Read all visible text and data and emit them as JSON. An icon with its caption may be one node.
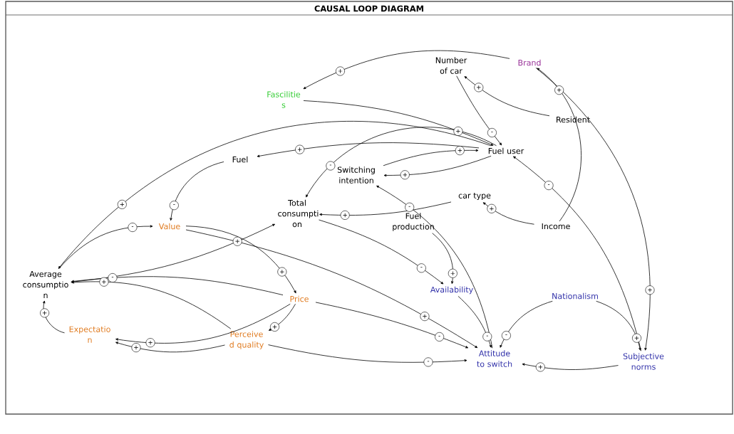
{
  "diagram": {
    "title": "CAUSAL LOOP DIAGRAM",
    "nodes": [
      {
        "text": [
          "Number of car"
        ]
      },
      {
        "text": [
          "Brand"
        ]
      },
      {
        "text": [
          "Fascilitie s"
        ]
      },
      {
        "text": [
          "Resident"
        ]
      },
      {
        "text": [
          "Fuel user"
        ]
      },
      {
        "text": [
          "Fuel"
        ]
      },
      {
        "text": [
          "Switching intention"
        ]
      },
      {
        "text": [
          "Total consumpti on"
        ]
      },
      {
        "text": [
          "car type"
        ]
      },
      {
        "text": [
          "Value"
        ]
      },
      {
        "text": [
          "Fuel production"
        ]
      },
      {
        "text": [
          "Income"
        ]
      },
      {
        "text": [
          "Average consumptio n"
        ]
      },
      {
        "text": [
          "Price"
        ]
      },
      {
        "text": [
          "Availability"
        ]
      },
      {
        "text": [
          "Nationalism"
        ]
      },
      {
        "text": [
          "Expectatio n"
        ]
      },
      {
        "text": [
          "Perceive d quality"
        ]
      },
      {
        "text": [
          "Attitude to switch"
        ]
      },
      {
        "text": [
          "Subjective norms"
        ]
      }
    ],
    "edges": [
      {
        "from": 1,
        "to": 2,
        "arrow": "to",
        "label": "+"
      },
      {
        "from": 2,
        "to": 4,
        "arrow": "to",
        "label": "+"
      },
      {
        "from": 3,
        "to": 0,
        "arrow": "to",
        "label": "+"
      },
      {
        "from": 0,
        "to": 4,
        "arrow": "to",
        "label": "-"
      },
      {
        "from": 11,
        "to": 1,
        "arrow": "to",
        "label": "+"
      },
      {
        "from": 19,
        "to": 4,
        "arrow": "to",
        "label": "-"
      },
      {
        "from": 6,
        "to": 4,
        "arrow": "to",
        "label": "+"
      },
      {
        "from": 4,
        "to": 5,
        "arrow": "to",
        "label": "+"
      },
      {
        "from": 4,
        "to": 6,
        "arrow": "to",
        "label": "+"
      },
      {
        "from": 4,
        "to": 7,
        "arrow": "to",
        "label": "-"
      },
      {
        "from": 8,
        "to": 7,
        "arrow": "to",
        "label": "+"
      },
      {
        "from": 11,
        "to": 8,
        "arrow": "to",
        "label": "+"
      },
      {
        "from": 5,
        "to": 9,
        "arrow": "to",
        "label": "-"
      },
      {
        "from": 12,
        "to": 9,
        "arrow": "to",
        "label": "-"
      },
      {
        "from": 12,
        "to": 7,
        "arrow": "to",
        "label": "+"
      },
      {
        "from": 9,
        "to": 13,
        "arrow": "to",
        "label": "+"
      },
      {
        "from": 9,
        "to": 18,
        "arrow": "to",
        "label": "+"
      },
      {
        "from": 13,
        "to": 18,
        "arrow": "to",
        "label": "-"
      },
      {
        "from": 7,
        "to": 14,
        "arrow": "to",
        "label": "-"
      },
      {
        "from": 10,
        "to": 14,
        "arrow": "to",
        "label": "+"
      },
      {
        "from": 18,
        "to": 6,
        "arrow": "to",
        "label": "-"
      },
      {
        "from": 14,
        "to": 18,
        "arrow": "to",
        "label": "-"
      },
      {
        "from": 15,
        "to": 18,
        "arrow": "to",
        "label": "-"
      },
      {
        "from": 15,
        "to": 19,
        "arrow": "to",
        "label": "+"
      },
      {
        "from": 1,
        "to": 19,
        "arrow": "to",
        "label": "+"
      },
      {
        "from": 19,
        "to": 18,
        "arrow": "to",
        "label": "+"
      },
      {
        "from": 17,
        "to": 18,
        "arrow": "to",
        "label": "-"
      },
      {
        "from": 13,
        "to": 12,
        "arrow": "to",
        "label": "-"
      },
      {
        "from": 17,
        "to": 12,
        "arrow": "to",
        "label": "+"
      },
      {
        "from": 13,
        "to": 16,
        "arrow": "to",
        "label": "+"
      },
      {
        "from": 13,
        "to": 17,
        "arrow": "to",
        "label": "+"
      },
      {
        "from": 17,
        "to": 16,
        "arrow": "to",
        "label": "+"
      },
      {
        "from": 16,
        "to": 12,
        "arrow": "to",
        "label": "+"
      },
      {
        "from": 4,
        "to": 12,
        "arrow": "to",
        "label": "+"
      }
    ]
  }
}
